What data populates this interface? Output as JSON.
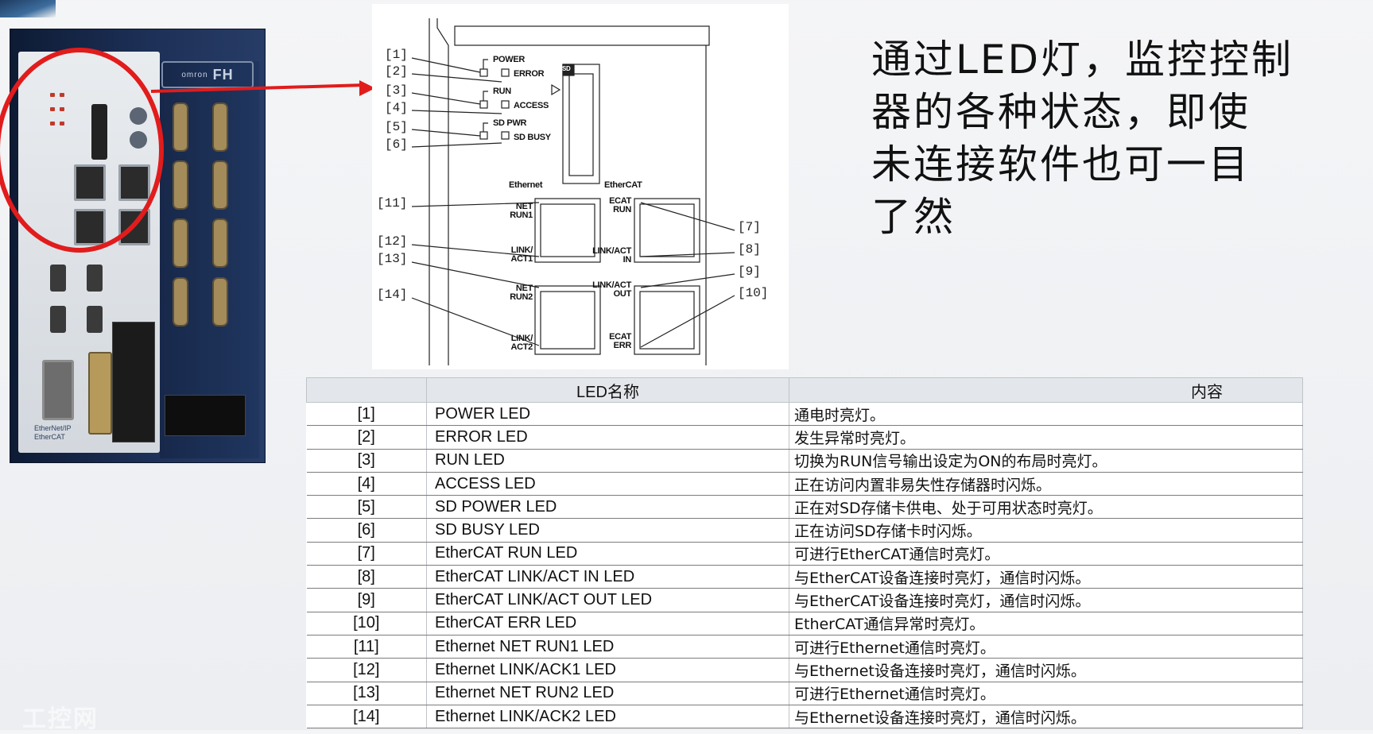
{
  "photo": {
    "brand": "omron",
    "model": "FH",
    "foot_line1": "EtherNet/IP",
    "foot_line2": "EtherCAT"
  },
  "diagram": {
    "labels": {
      "power": "POWER",
      "error": "ERROR",
      "run": "RUN",
      "access": "ACCESS",
      "sd_pwr": "SD PWR",
      "sd_busy": "SD BUSY",
      "sd": "SD",
      "ethernet": "Ethernet",
      "ethercat": "EtherCAT",
      "net_run1": "NET RUN1",
      "link_act1": "LINK/ ACT1",
      "net_run2": "NET RUN2",
      "link_act2": "LINK/ ACT2",
      "ecat_run": "ECAT RUN",
      "link_act_in": "LINK/ACT IN",
      "link_act_out": "LINK/ACT OUT",
      "ecat_err": "ECAT ERR"
    },
    "refs": [
      "[1]",
      "[2]",
      "[3]",
      "[4]",
      "[5]",
      "[6]",
      "[7]",
      "[8]",
      "[9]",
      "[10]",
      "[11]",
      "[12]",
      "[13]",
      "[14]"
    ]
  },
  "note": {
    "line1": "通过LED灯，监控控制",
    "line2": "器的各种状态，即使",
    "line3": "未连接软件也可一目",
    "line4": "了然"
  },
  "table": {
    "headers": [
      "",
      "LED名称",
      "内容"
    ],
    "rows": [
      {
        "no": "[1]",
        "name": "POWER LED",
        "desc": "通电时亮灯。"
      },
      {
        "no": "[2]",
        "name": "ERROR LED",
        "desc": "发生异常时亮灯。"
      },
      {
        "no": "[3]",
        "name": "RUN LED",
        "desc": "切换为RUN信号输出设定为ON的布局时亮灯。"
      },
      {
        "no": "[4]",
        "name": "ACCESS LED",
        "desc": "正在访问内置非易失性存储器时闪烁。"
      },
      {
        "no": "[5]",
        "name": "SD POWER LED",
        "desc": "正在对SD存储卡供电、处于可用状态时亮灯。"
      },
      {
        "no": "[6]",
        "name": "SD BUSY LED",
        "desc": "正在访问SD存储卡时闪烁。"
      },
      {
        "no": "[7]",
        "name": "EtherCAT RUN LED",
        "desc": "可进行EtherCAT通信时亮灯。"
      },
      {
        "no": "[8]",
        "name": "EtherCAT LINK/ACT IN LED",
        "desc": "与EtherCAT设备连接时亮灯，通信时闪烁。"
      },
      {
        "no": "[9]",
        "name": "EtherCAT LINK/ACT OUT LED",
        "desc": "与EtherCAT设备连接时亮灯，通信时闪烁。"
      },
      {
        "no": "[10]",
        "name": "EtherCAT ERR LED",
        "desc": "EtherCAT通信异常时亮灯。"
      },
      {
        "no": "[11]",
        "name": "Ethernet NET RUN1 LED",
        "desc": "可进行Ethernet通信时亮灯。"
      },
      {
        "no": "[12]",
        "name": "Ethernet LINK/ACK1 LED",
        "desc": "与Ethernet设备连接时亮灯，通信时闪烁。"
      },
      {
        "no": "[13]",
        "name": "Ethernet NET RUN2 LED",
        "desc": "可进行Ethernet通信时亮灯。"
      },
      {
        "no": "[14]",
        "name": "Ethernet LINK/ACK2 LED",
        "desc": "与Ethernet设备连接时亮灯，通信时闪烁。"
      }
    ]
  },
  "watermark": "工控网"
}
